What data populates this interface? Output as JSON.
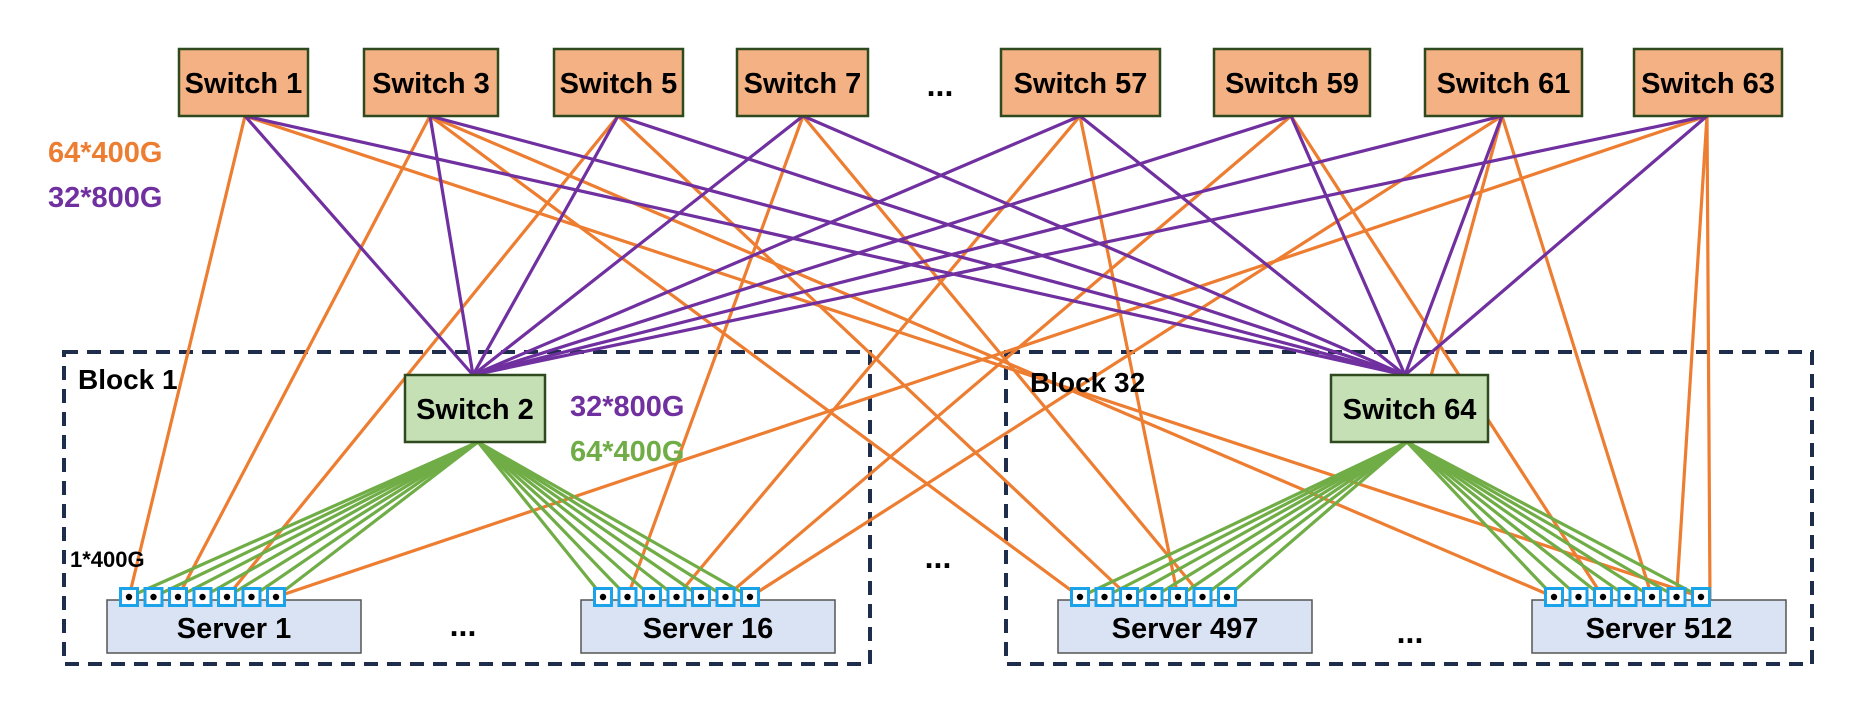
{
  "colors": {
    "spine_fill": "#f4b183",
    "leaf_fill": "#c5e0b4",
    "server_fill": "#dae3f3",
    "box_border": "#2e4a1e",
    "block_border": "#1f2d4d",
    "orange_link": "#ed7d31",
    "purple_link": "#7030a0",
    "green_link": "#70ad47",
    "port_color": "#1aa3e8"
  },
  "spine_switches": [
    {
      "id": "s1",
      "label": "Switch 1"
    },
    {
      "id": "s3",
      "label": "Switch 3"
    },
    {
      "id": "s5",
      "label": "Switch 5"
    },
    {
      "id": "s7",
      "label": "Switch 7"
    },
    {
      "id": "s57",
      "label": "Switch 57"
    },
    {
      "id": "s59",
      "label": "Switch 59"
    },
    {
      "id": "s61",
      "label": "Switch 61"
    },
    {
      "id": "s63",
      "label": "Switch 63"
    }
  ],
  "spine_ellipsis": "...",
  "legend": {
    "orange": "64*400G",
    "purple": "32*800G"
  },
  "blocks": [
    {
      "id": "b1",
      "title": "Block 1",
      "leaf_switch": {
        "id": "s2",
        "label": "Switch 2"
      },
      "leaf_labels": {
        "purple": "32*800G",
        "green": "64*400G"
      },
      "port_label": "1*400G",
      "servers": [
        {
          "id": "srv1",
          "label": "Server 1"
        },
        {
          "id": "srv16",
          "label": "Server 16"
        }
      ],
      "server_ellipsis": "..."
    },
    {
      "id": "b32",
      "title": "Block 32",
      "leaf_switch": {
        "id": "s64",
        "label": "Switch 64"
      },
      "servers": [
        {
          "id": "srv497",
          "label": "Server 497"
        },
        {
          "id": "srv512",
          "label": "Server 512"
        }
      ],
      "server_ellipsis": "..."
    }
  ],
  "block_ellipsis": "..."
}
